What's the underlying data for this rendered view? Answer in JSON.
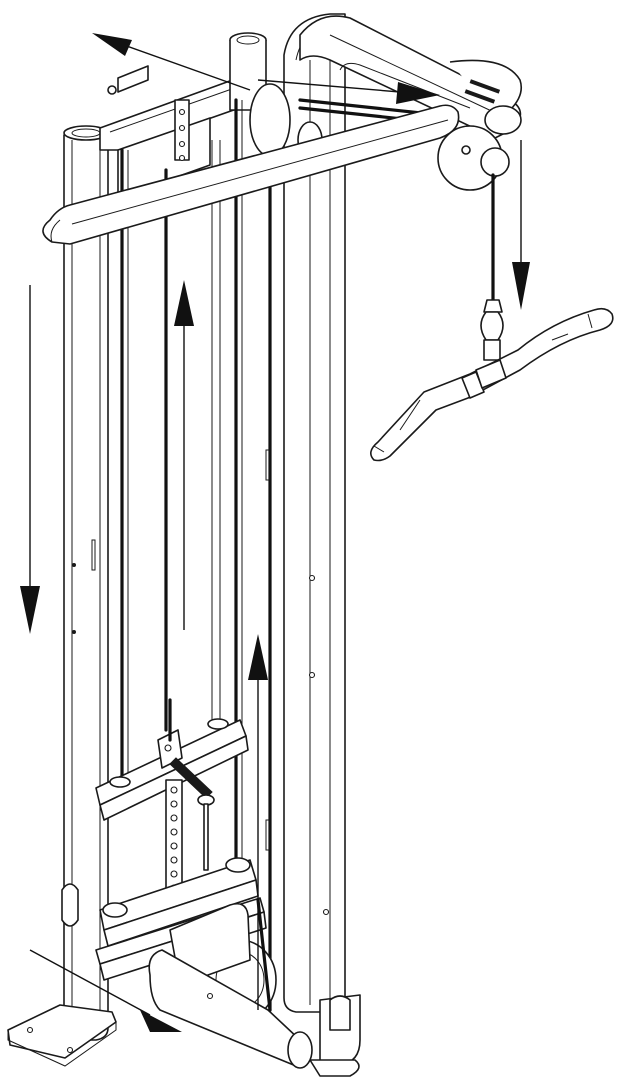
{
  "figure": {
    "components": [
      {
        "name": "left-upright"
      },
      {
        "name": "right-upright"
      },
      {
        "name": "top-crossbar"
      },
      {
        "name": "high-pulley-arm"
      },
      {
        "name": "guide-rods"
      },
      {
        "name": "weight-carriage"
      },
      {
        "name": "selector-pin"
      },
      {
        "name": "weight-stack-plates"
      },
      {
        "name": "lat-pulldown-bar"
      },
      {
        "name": "base-foot"
      }
    ],
    "arrows": [
      {
        "name": "arrow-top-left-diagonal",
        "direction": "up-left"
      },
      {
        "name": "arrow-top-right-diagonal",
        "direction": "right"
      },
      {
        "name": "arrow-right-down",
        "direction": "down"
      },
      {
        "name": "arrow-left-down",
        "direction": "down"
      },
      {
        "name": "arrow-center-up",
        "direction": "up"
      },
      {
        "name": "arrow-mid-up",
        "direction": "up"
      },
      {
        "name": "arrow-bottom-diagonal",
        "direction": "down-right"
      }
    ]
  }
}
